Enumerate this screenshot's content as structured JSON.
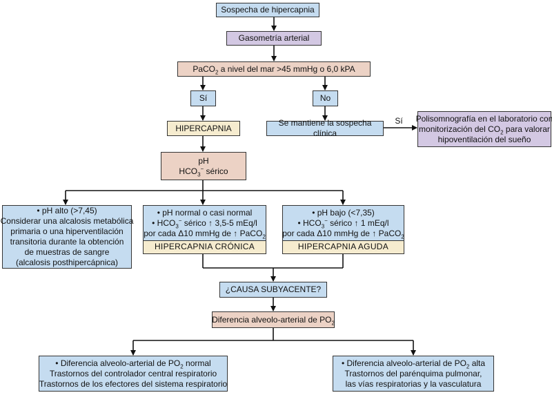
{
  "nodes": {
    "sospecha": "Sospecha de hipercapnia",
    "gasometria": "Gasometría arterial",
    "paco2_pre": "PaCO",
    "paco2_sub": "2",
    "paco2_post": " a nivel del mar >45 mmHg o 6,0 kPA",
    "si": "Sí",
    "no": "No",
    "hipercapnia": "HIPERCAPNIA",
    "mantiene": "Se mantiene la sospecha clínica",
    "si_label": "Sí",
    "poli_1": "Polisomnografía en el laboratorio con",
    "poli_2_pre": "monitorización del CO",
    "poli_2_sub": "2",
    "poli_2_post": " para valorar",
    "poli_3": "hipoventilación del sueño",
    "ph": "pH",
    "hco3_pre": "HCO",
    "hco3_sub": "3",
    "hco3_sup": "−",
    "hco3_post": " sérico",
    "causa": "¿CAUSA SUBYACENTE?",
    "dif_pre": "Diferencia alveolo-arterial de PO",
    "dif_sub": "2"
  },
  "left_box": {
    "l1": "• pH alto (>7,45)",
    "l2": "Considerar una alcalosis metabólica",
    "l3": "primaria o una hiperventilación",
    "l4": "transitoria durante la obtención",
    "l5": "de muestras de sangre",
    "l6": "(alcalosis posthipercápnica)"
  },
  "mid_box": {
    "l1": "• pH normal o casi normal",
    "l2_pre": "• HCO",
    "l2_sub": "3",
    "l2_sup": "−",
    "l2_post": " sérico ↑ 3,5-5 mEq/l",
    "l3_pre": "por cada Δ10 mmHg de ↑ PaCO",
    "l3_sub": "2",
    "band": "HIPERCAPNIA CRÓNICA"
  },
  "right_box": {
    "l1": "• pH bajo (<7,35)",
    "l2_pre": "• HCO",
    "l2_sub": "3",
    "l2_sup": "−",
    "l2_post": " sérico ↑ 1 mEq/l",
    "l3_pre": "por cada Δ10 mmHg de ↑ PaCO",
    "l3_sub": "2",
    "band": "HIPERCAPNIA AGUDA"
  },
  "bottom_left": {
    "l1_pre": "• Diferencia alveolo-arterial de PO",
    "l1_sub": "2",
    "l1_post": " normal",
    "l2": "Trastornos del controlador central respiratorio",
    "l3": "Trastornos de los efectores del sistema respiratorio"
  },
  "bottom_right": {
    "l1_pre": "• Diferencia alveolo-arterial de PO",
    "l1_sub": "2",
    "l1_post": " alta",
    "l2": "Trastornos del parénquima pulmonar,",
    "l3": "las vías respiratorias y la vasculatura"
  },
  "colors": {
    "blue": "#c5dcf0",
    "purple": "#d3c8e3",
    "salmon": "#ecd2c5",
    "cream": "#f6eccf",
    "line": "#111111"
  }
}
